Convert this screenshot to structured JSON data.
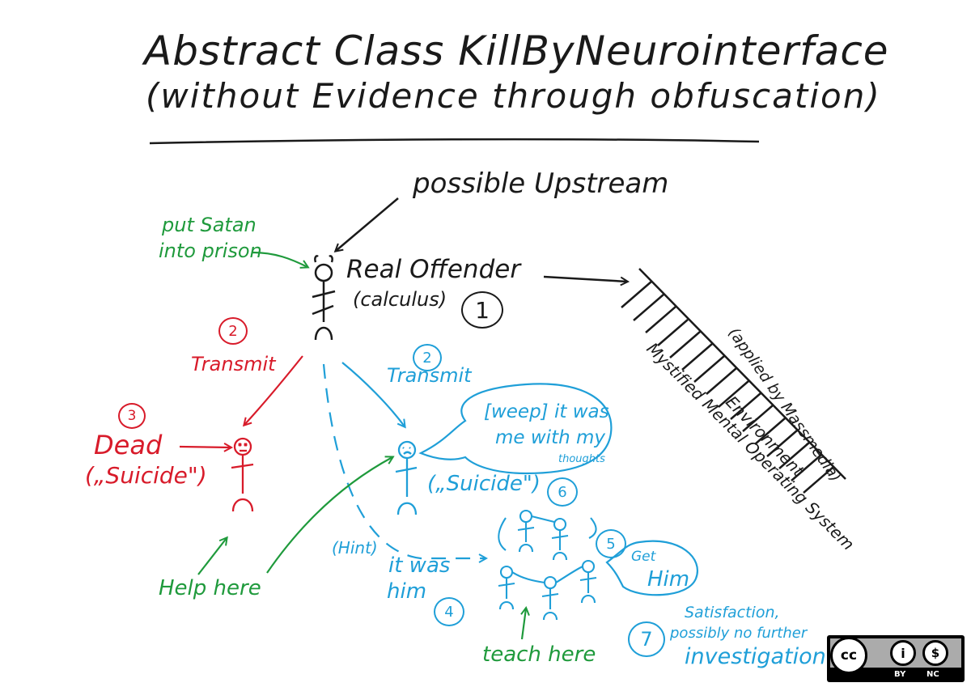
{
  "title": {
    "line1": "Abstract Class KillByNeurointerface",
    "line2": "(without Evidence through obfuscation)"
  },
  "upstream": "possible Upstream",
  "offender": {
    "name": "Real Offender",
    "sub": "(calculus)",
    "step": "1"
  },
  "satan_note": {
    "line1": "put Satan",
    "line2": "into prison"
  },
  "red_branch": {
    "step_transmit": "2",
    "transmit": "Transmit",
    "step_dead": "3",
    "dead": "Dead",
    "suicide": "(„Suicide\")"
  },
  "blue_branch": {
    "step_transmit": "2",
    "transmit": "Transmit",
    "bubble": {
      "line1": "[weep] it was",
      "line2": "me with my",
      "line3": "thoughts"
    },
    "suicide": "(„Suicide\")",
    "step_suicide": "6",
    "hint": "(Hint)",
    "hint_line1": "it was",
    "hint_line2": "him",
    "step_hint": "4",
    "group_step": "5",
    "get_him": {
      "line1": "Get",
      "line2": "Him"
    },
    "step_satisfaction": "7",
    "satisfaction": {
      "line1": "Satisfaction,",
      "line2": "possibly no further",
      "line3": "investigation"
    }
  },
  "help_here": "Help here",
  "teach_here": "teach here",
  "wall": {
    "line1": "Mystified Mental Operating System",
    "line2": "(applied by Massmedia)",
    "line3": "Environment"
  },
  "license": {
    "by": "BY",
    "nc": "NC",
    "cc_glyph": "cc",
    "by_glyph": "i",
    "nc_glyph": "$"
  },
  "colors": {
    "ink": "#1a1a1a",
    "red": "#d81b2a",
    "blue": "#1f9fd8",
    "green": "#1f9a3c"
  }
}
